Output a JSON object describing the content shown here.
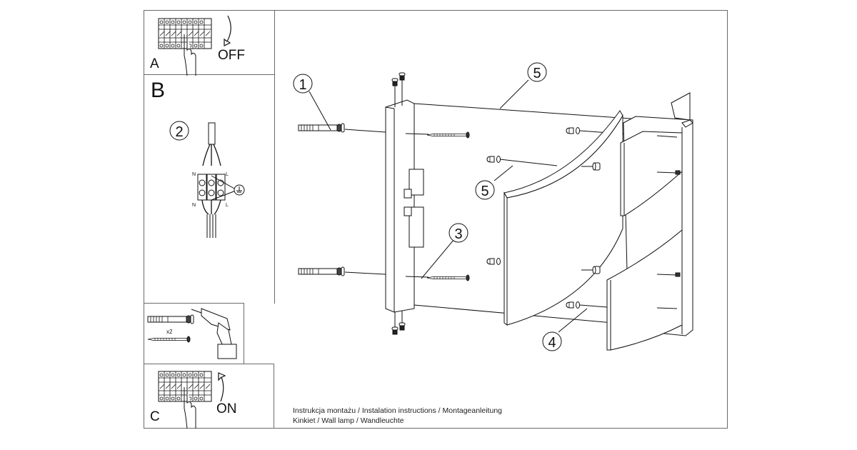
{
  "document": {
    "type": "assembly-instructions",
    "footer": {
      "line1": "Instrukcja montażu / Instalation instructions / Montageanleitung",
      "line2": "Kinkiet / Wall lamp / Wandleuchte"
    }
  },
  "steps": {
    "a": {
      "letter": "A",
      "state": "OFF",
      "icon": "circuit-breaker-off-icon"
    },
    "b": {
      "letter": "B"
    },
    "c": {
      "letter": "C",
      "state": "ON",
      "icon": "circuit-breaker-on-icon"
    }
  },
  "wiring": {
    "callout": "2",
    "terminals_top": [
      "N",
      "L"
    ],
    "terminals_bottom": [
      "N",
      "L"
    ],
    "ground_symbol": "earth-ground-icon"
  },
  "tools": {
    "quantity": "x2",
    "items": [
      "wall-plug-icon",
      "screw-icon",
      "power-drill-icon"
    ]
  },
  "callouts": [
    "1",
    "2",
    "3",
    "4",
    "5",
    "5"
  ],
  "colors": {
    "line": "#111111",
    "frame": "#6a6a6a",
    "background": "#ffffff"
  }
}
